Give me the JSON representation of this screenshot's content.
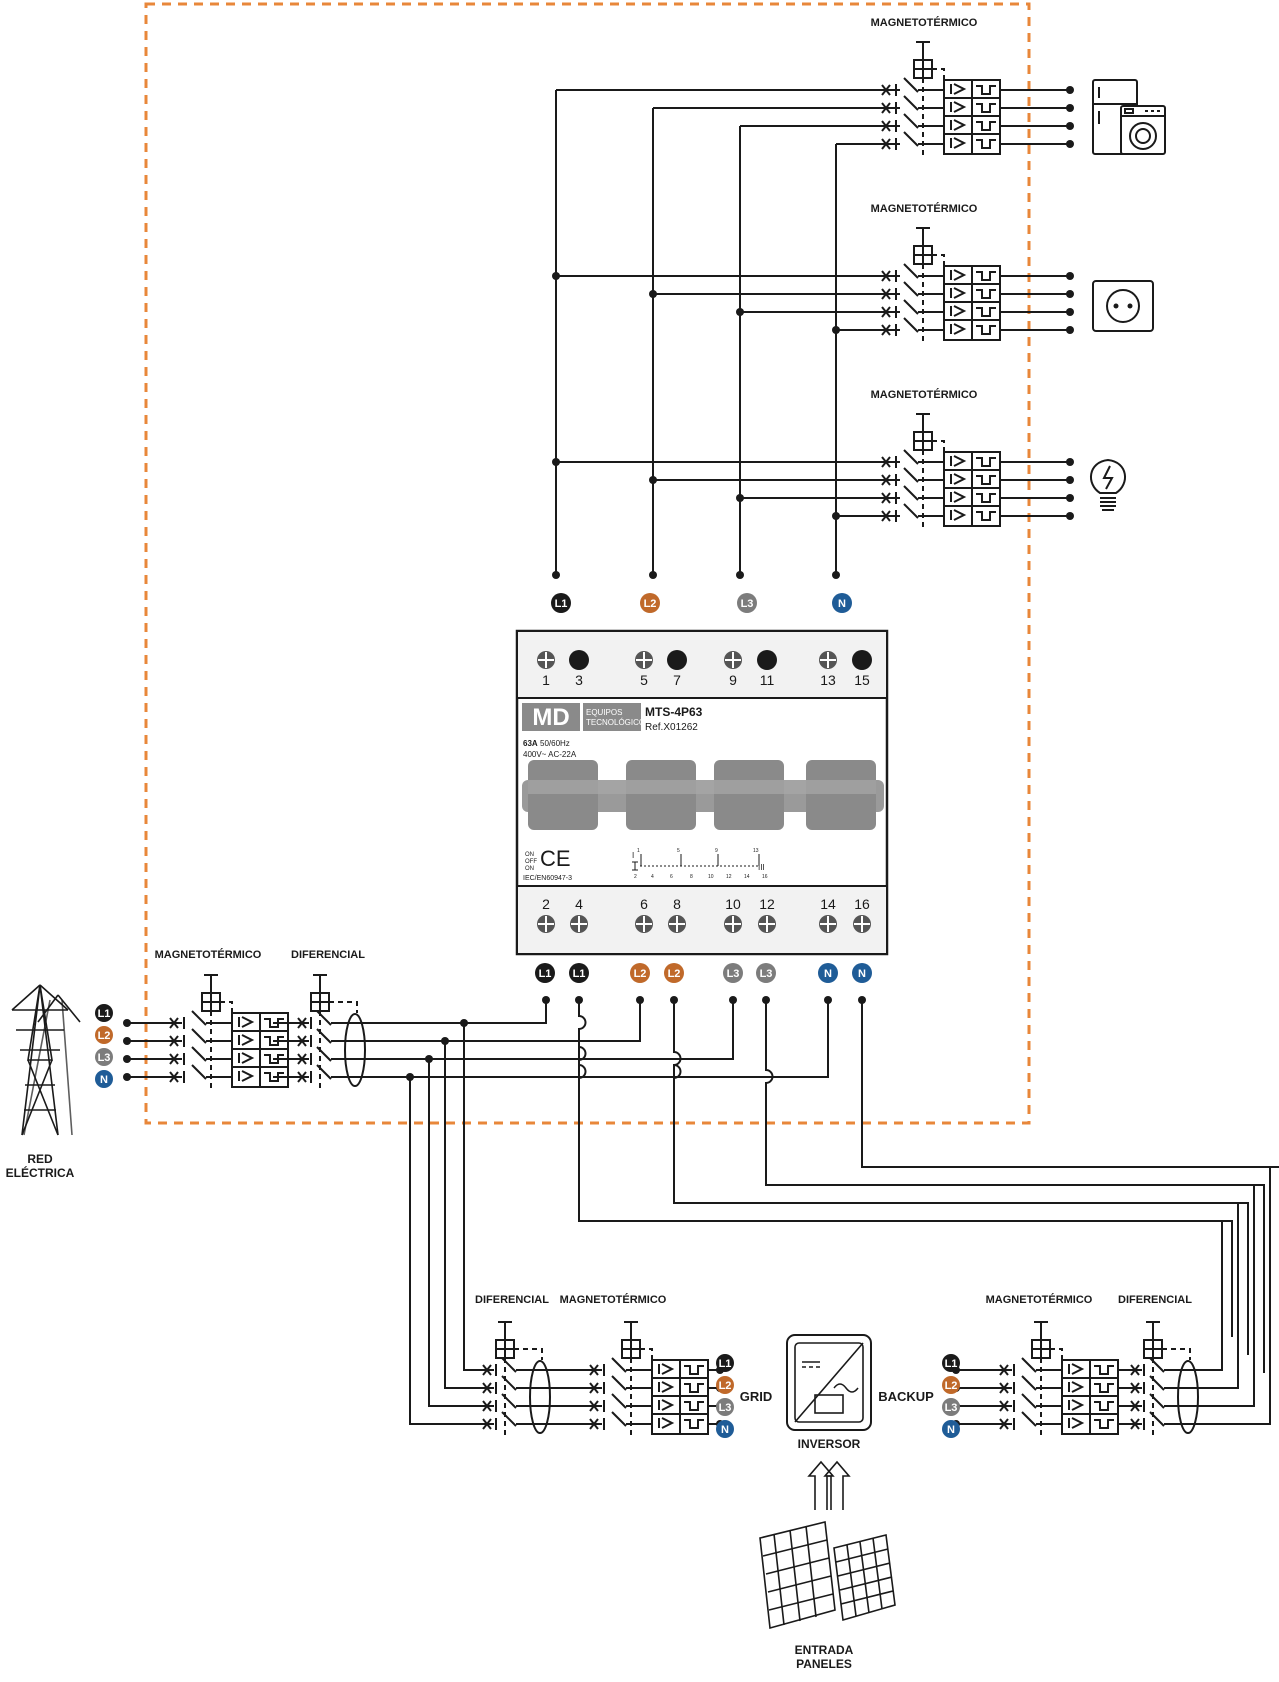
{
  "colors": {
    "L1": "#1a1a1a",
    "L2": "#c0692a",
    "L3": "#7c7c7c",
    "N": "#1f5c97",
    "border": "#e8873a",
    "wire": "#1a1a1a"
  },
  "phases": [
    "L1",
    "L2",
    "L3",
    "N"
  ],
  "labels": {
    "magneto": "MAGNETOTÉRMICO",
    "diferencial": "DIFERENCIAL",
    "red_1": "RED",
    "red_2": "ELÉCTRICA",
    "grid": "GRID",
    "backup": "BACKUP",
    "inversor": "INVERSOR",
    "entrada_1": "ENTRADA",
    "entrada_2": "PANELES"
  },
  "switch": {
    "brand": "MD",
    "brand_sub_1": "EQUIPOS",
    "brand_sub_2": "TECNOLÓGICOS",
    "model": "MTS-4P63",
    "ref": "Ref.X01262",
    "rating_a": "63A",
    "rating_hz": "50/60Hz",
    "rating_v": "400V~  AC-22A",
    "ce": "CE",
    "on": "ON",
    "off": "OFF",
    "on2": "ON",
    "standard": "IEC/EN60947-3",
    "pos_I": "I",
    "pos_II": "II",
    "pos_III": "III",
    "top_terminals": [
      "1",
      "3",
      "5",
      "7",
      "9",
      "11",
      "13",
      "15"
    ],
    "bottom_terminals": [
      "2",
      "4",
      "6",
      "8",
      "10",
      "12",
      "14",
      "16"
    ],
    "scheme_top": [
      "1",
      "5",
      "9",
      "13"
    ],
    "scheme_bottom": [
      "2",
      "4",
      "6",
      "8",
      "10",
      "12",
      "14",
      "16"
    ]
  },
  "icons": [
    "appliances-icon",
    "socket-icon",
    "lightbulb-icon",
    "pylon-icon",
    "inverter-icon",
    "solar-panels-icon"
  ]
}
